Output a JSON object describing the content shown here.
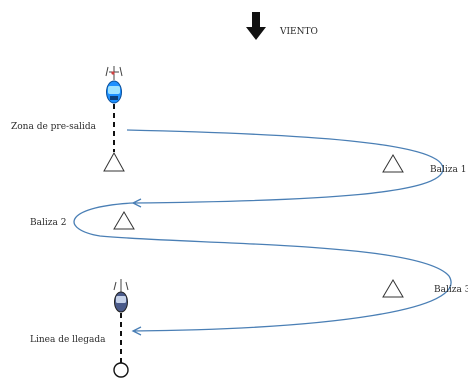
{
  "wind": {
    "label": "VIENTO",
    "icon": "down-arrow-icon"
  },
  "labels": {
    "pre_start": "Zona de pre-salida",
    "mark1": "Baliza 1",
    "mark2": "Baliza 2",
    "mark3": "Baliza 3",
    "finish": "Linea de llegada"
  },
  "colors": {
    "course_line": "#4a7fb5",
    "mark_outline": "#333333",
    "committee_boat": "#1e90ff",
    "finish_boat": "#4a5a8a",
    "text": "#2b2b2b"
  },
  "icons": {
    "committee_boat": "committee-boat-icon",
    "finish_boat": "finish-boat-icon",
    "mark": "triangle-buoy-icon",
    "finish_buoy": "circle-buoy-icon"
  }
}
